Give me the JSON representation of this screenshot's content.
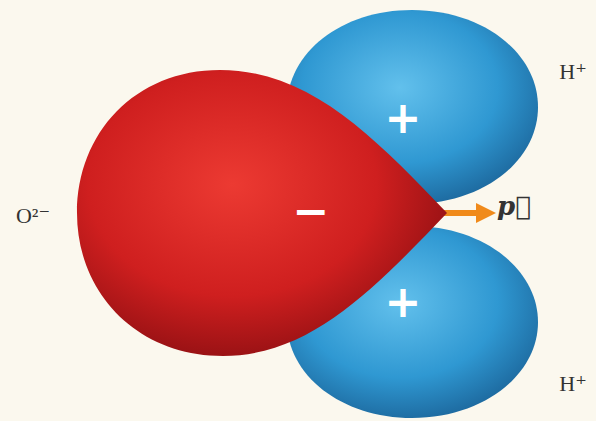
{
  "diagram": {
    "nodes": [
      {
        "text": [
          "O²⁻",
          "−"
        ]
      },
      {
        "text": [
          "H⁺",
          "+"
        ]
      },
      {
        "text": [
          "H⁺",
          "+"
        ]
      }
    ],
    "labels": [
      "p⃗"
    ]
  }
}
